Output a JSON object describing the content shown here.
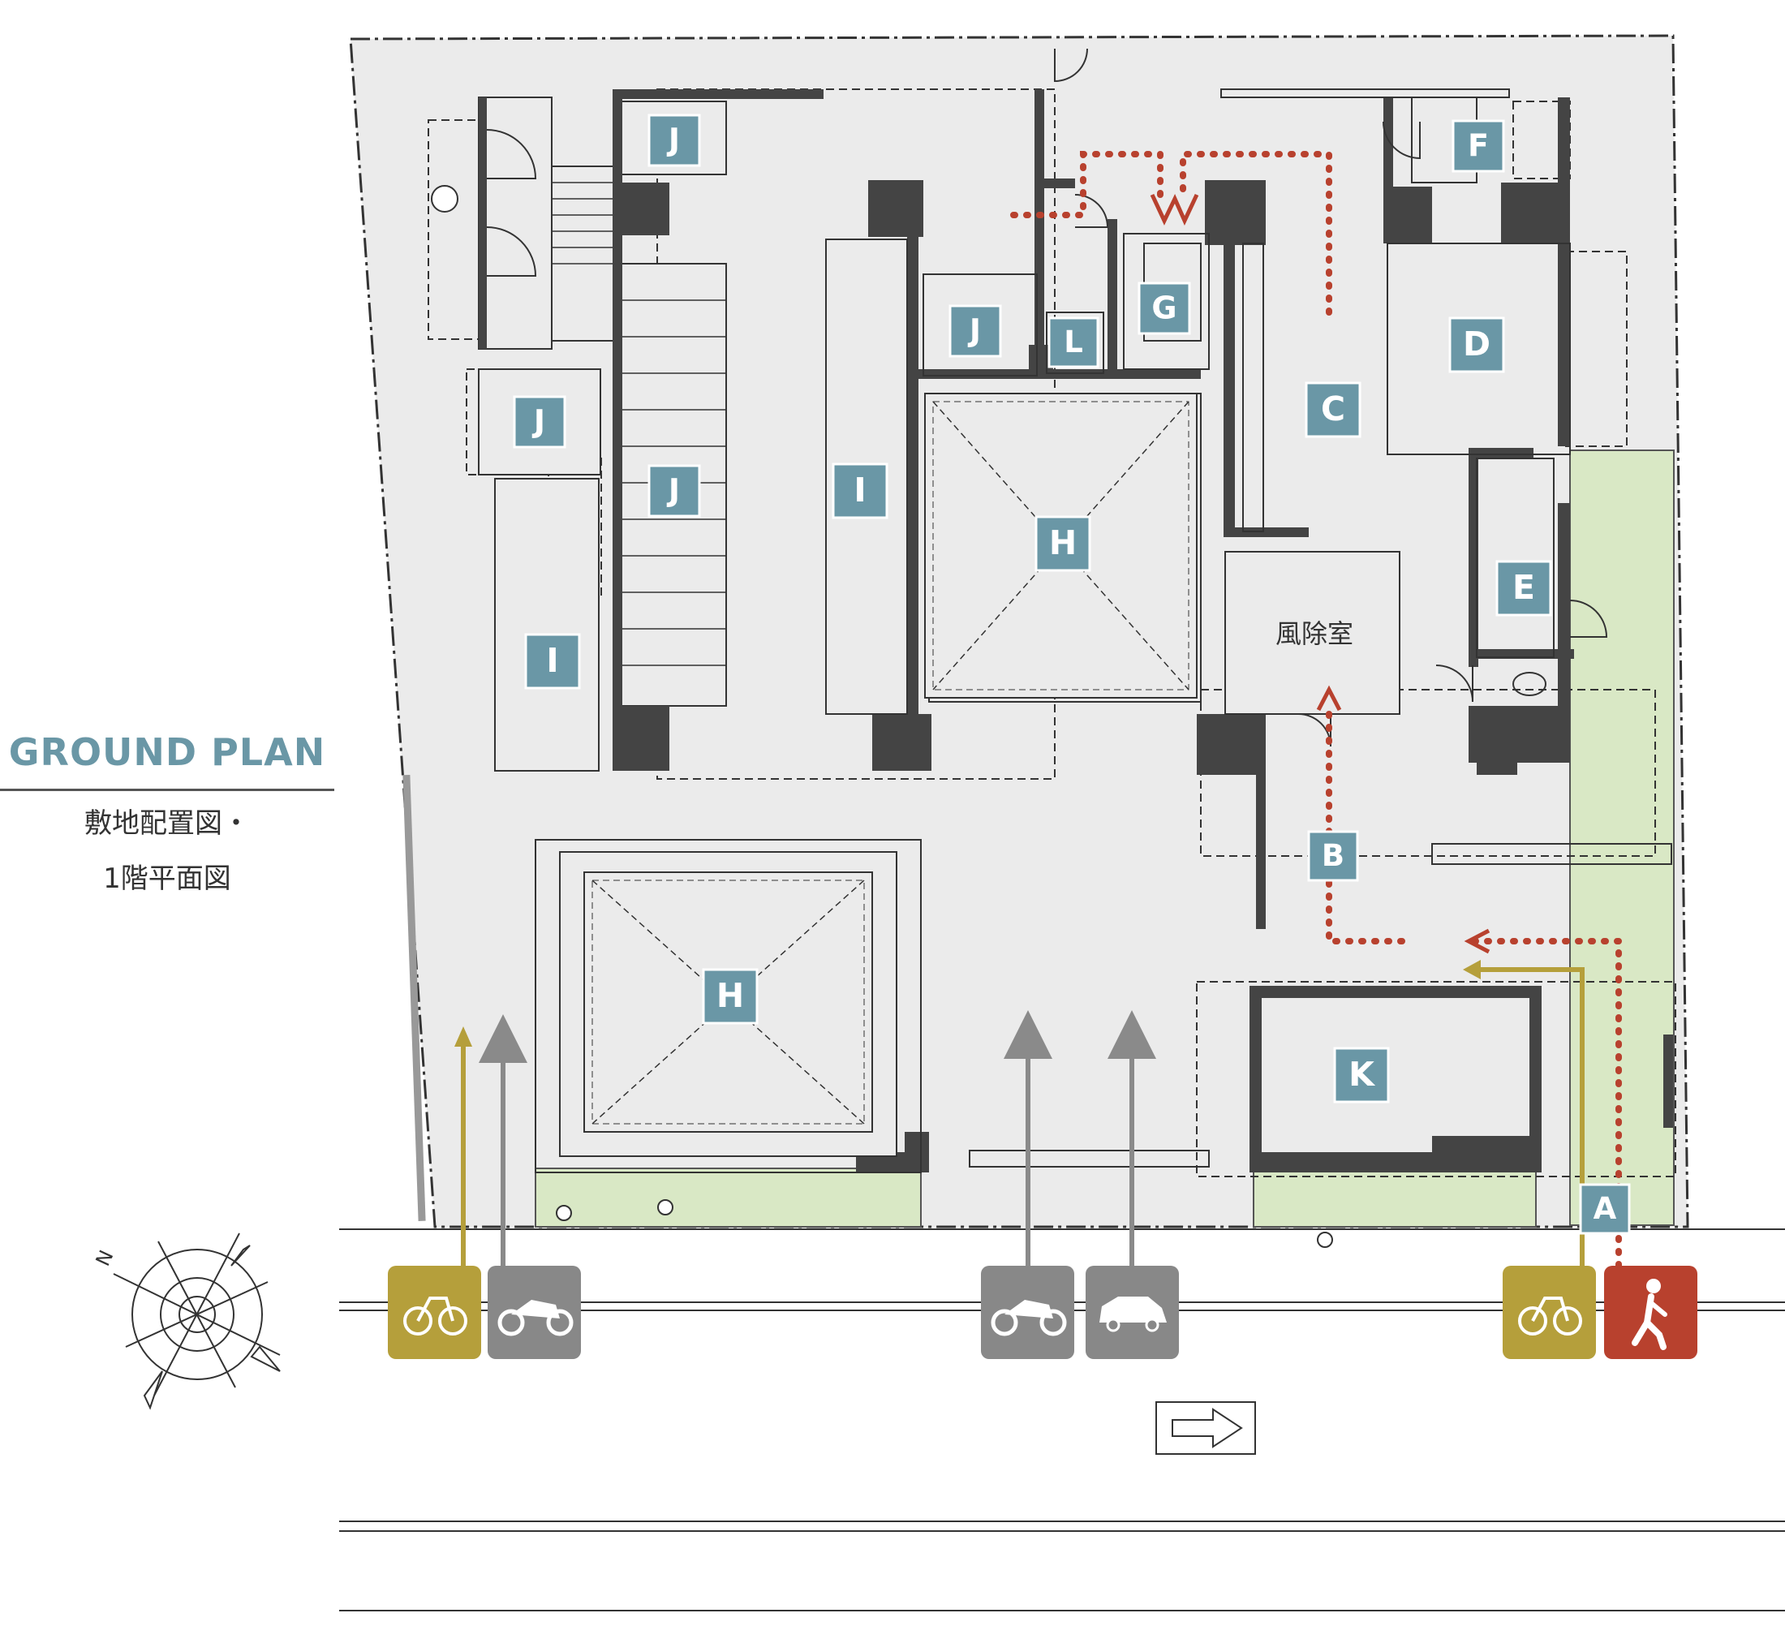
{
  "heading": {
    "title": "GROUND PLAN",
    "subtitle_line1": "敷地配置図・",
    "subtitle_line2": "1階平面図"
  },
  "rooms": {
    "windbreak": "風除室"
  },
  "labels": {
    "A": "A",
    "B": "B",
    "C": "C",
    "D": "D",
    "E": "E",
    "F": "F",
    "G": "G",
    "H": "H",
    "I": "I",
    "J": "J",
    "K": "K",
    "L": "L"
  },
  "compass": {
    "north": "N"
  },
  "access_icons": [
    {
      "name": "bicycle",
      "color": "#b59f3b"
    },
    {
      "name": "motorcycle",
      "color": "#888888"
    },
    {
      "name": "motorcycle",
      "color": "#888888"
    },
    {
      "name": "car",
      "color": "#888888"
    },
    {
      "name": "bicycle",
      "color": "#b59f3b"
    },
    {
      "name": "pedestrian",
      "color": "#b8412e"
    }
  ],
  "colors": {
    "label_bg": "#6a97a6",
    "floor": "#ebebeb",
    "wall": "#444444",
    "garden": "#d9e8c5",
    "pedestrian_route": "#b8412e",
    "bicycle_route": "#b59f3b",
    "vehicle_route": "#8a8a8a"
  }
}
